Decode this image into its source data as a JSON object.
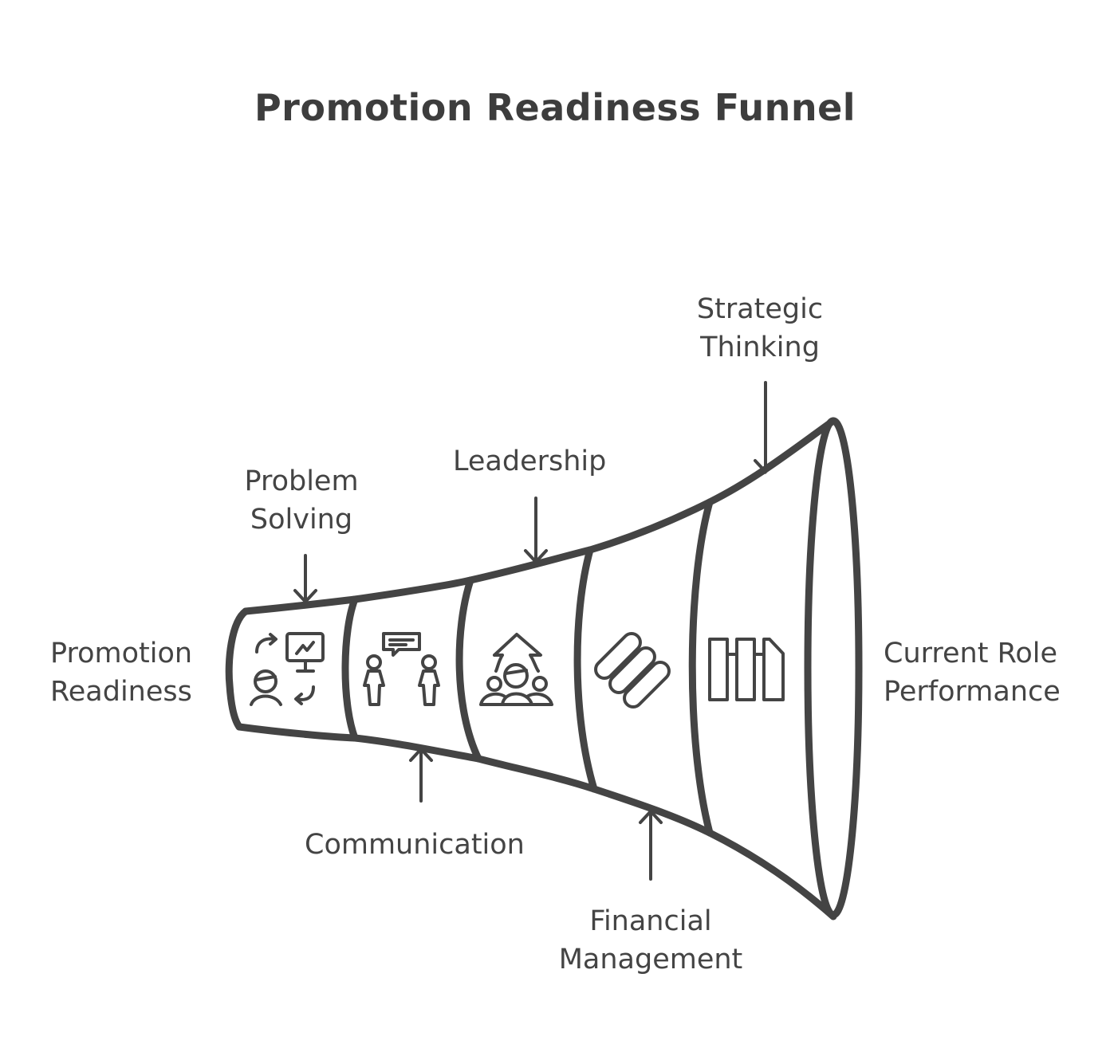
{
  "title": "Promotion Readiness Funnel",
  "colors": {
    "stroke": "#444444",
    "background": "#ffffff"
  },
  "stages": [
    {
      "label": "Problem Solving",
      "icon": "problem-solving-icon"
    },
    {
      "label": "Communication",
      "icon": "communication-icon"
    },
    {
      "label": "Leadership",
      "icon": "leadership-icon"
    },
    {
      "label": "Financial Management",
      "icon": "financial-icon"
    },
    {
      "label": "Strategic Thinking",
      "icon": "strategy-icon"
    }
  ],
  "labels": {
    "narrow_end": [
      "Promotion",
      "Readiness"
    ],
    "wide_end": [
      "Current Role",
      "Performance"
    ],
    "problem_solving": [
      "Problem",
      "Solving"
    ],
    "communication": "Communication",
    "leadership": "Leadership",
    "financial": [
      "Financial",
      "Management"
    ],
    "strategic": [
      "Strategic",
      "Thinking"
    ]
  }
}
